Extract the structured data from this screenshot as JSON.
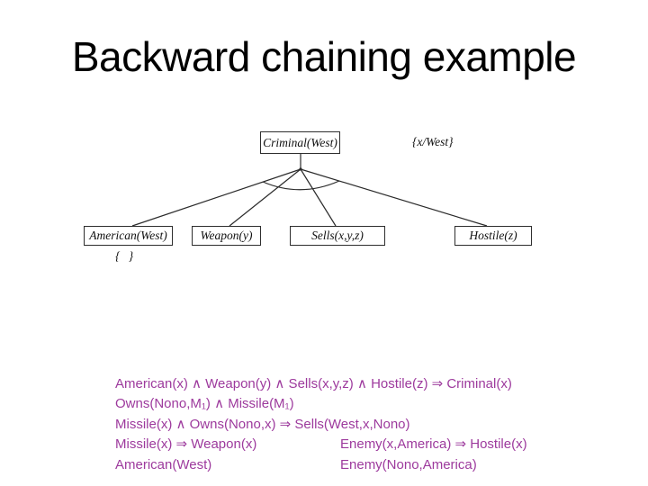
{
  "slide": {
    "title": "Backward chaining example"
  },
  "colors": {
    "rule_text": "#9d3a9d",
    "diagram_line": "#2b2b2b"
  },
  "proof_tree": {
    "root": {
      "label": "Criminal(West)"
    },
    "root_substitution": "{x/West}",
    "children": [
      {
        "label": "American(West)",
        "substitution": "{ }"
      },
      {
        "label": "Weapon(y)"
      },
      {
        "label": "Sells(x,y,z)"
      },
      {
        "label": "Hostile(z)"
      }
    ]
  },
  "knowledge_base": {
    "lines": [
      {
        "left": "American(x) ∧ Weapon(y) ∧ Sells(x,y,z) ∧ Hostile(z) ⇒ Criminal(x)",
        "right": ""
      },
      {
        "left": "Owns(Nono,M₁) ∧ Missile(M₁)",
        "right": ""
      },
      {
        "left": "Missile(x) ∧ Owns(Nono,x) ⇒ Sells(West,x,Nono)",
        "right": ""
      },
      {
        "left": "Missile(x) ⇒ Weapon(x)",
        "right": "Enemy(x,America) ⇒ Hostile(x)"
      },
      {
        "left": "American(West)",
        "right": "Enemy(Nono,America)"
      }
    ]
  }
}
